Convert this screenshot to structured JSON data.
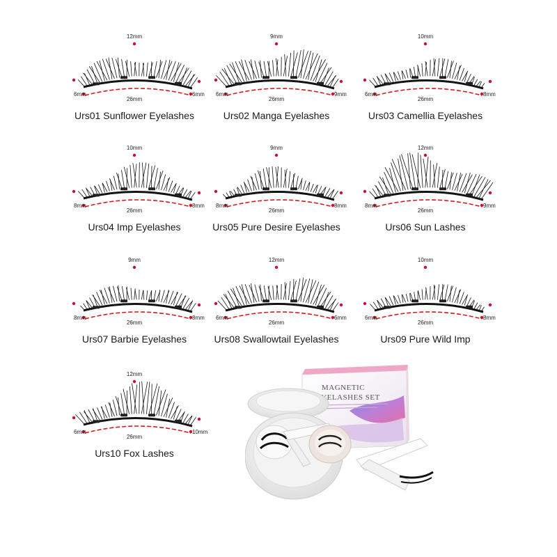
{
  "colors": {
    "dot": "#c8102e",
    "dash": "#d71a1a",
    "lash": "#111111",
    "text": "#1a1a1a"
  },
  "lashes": [
    {
      "name": "Urs01 Sunflower Eyelashes",
      "top": "12mm",
      "left": "6mm",
      "right": "6mm",
      "width": "26mm"
    },
    {
      "name": "Urs02 Manga Eyelashes",
      "top": "9mm",
      "left": "6mm",
      "right": "9mm",
      "width": "26mm"
    },
    {
      "name": "Urs03 Camellia Eyelashes",
      "top": "10mm",
      "left": "6mm",
      "right": "8mm",
      "width": "26mm"
    },
    {
      "name": "Urs04 Imp Eyelashes",
      "top": "10mm",
      "left": "8mm",
      "right": "8mm",
      "width": "26mm"
    },
    {
      "name": "Urs05 Pure Desire Eyelashes",
      "top": "9mm",
      "left": "8mm",
      "right": "8mm",
      "width": "26mm"
    },
    {
      "name": "Urs06 Sun Lashes",
      "top": "12mm",
      "left": "8mm",
      "right": "9mm",
      "width": "26mm"
    },
    {
      "name": "Urs07 Barbie Eyelashes",
      "top": "9mm",
      "left": "8mm",
      "right": "8mm",
      "width": "26mm"
    },
    {
      "name": "Urs08 Swallowtail Eyelashes",
      "top": "12mm",
      "left": "6mm",
      "right": "6mm",
      "width": "26mm"
    },
    {
      "name": "Urs09 Pure Wild Imp",
      "top": "10mm",
      "left": "6mm",
      "right": "8mm",
      "width": "26mm"
    },
    {
      "name": "Urs10 Fox Lashes",
      "top": "12mm",
      "left": "6mm",
      "right": "10mm",
      "width": "26mm"
    }
  ],
  "product": {
    "box_title_1": "MAGNETIC",
    "box_title_2": "EYELASHES SET"
  }
}
